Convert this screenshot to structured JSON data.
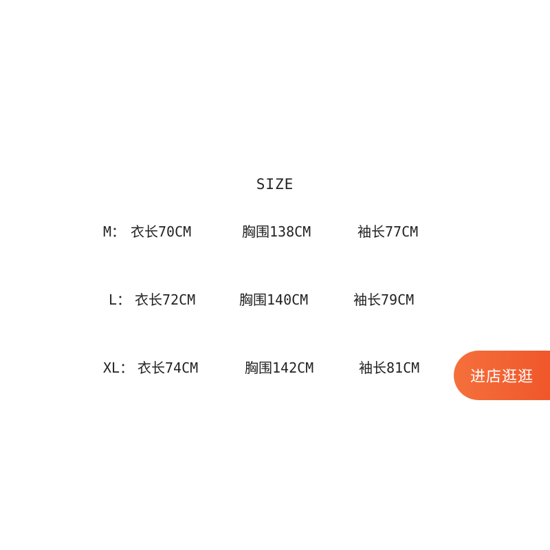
{
  "title": "SIZE",
  "rows": [
    {
      "size": "M：",
      "length": "衣长70CM",
      "chest": "胸围138CM",
      "sleeve": "袖长77CM"
    },
    {
      "size": "L：",
      "length": "衣长72CM",
      "chest": "胸围140CM",
      "sleeve": "袖长79CM"
    },
    {
      "size": "XL：",
      "length": "衣长74CM",
      "chest": "胸围142CM",
      "sleeve": "袖长81CM"
    }
  ],
  "shop_button": {
    "label": "进店逛逛",
    "color": "#f0572a"
  }
}
